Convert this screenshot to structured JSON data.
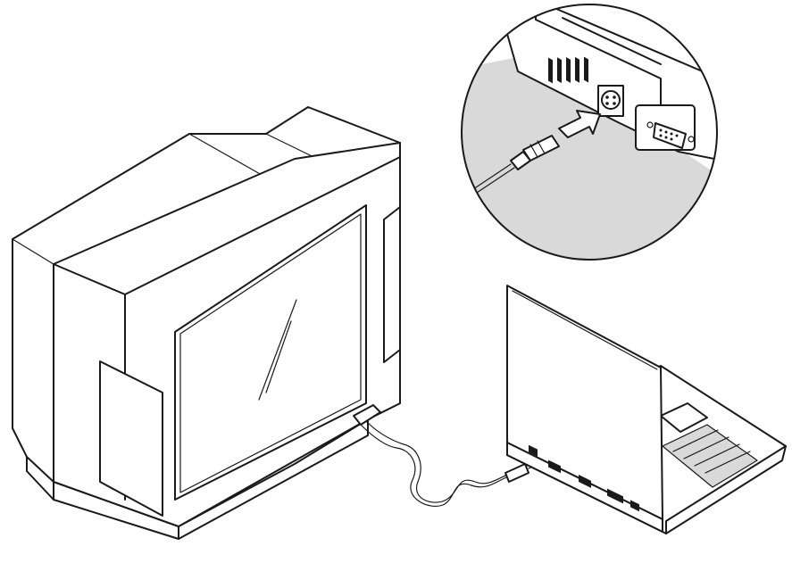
{
  "figure": {
    "subjects": [
      "crt-television",
      "notebook-computer",
      "s-video-cable",
      "port-detail-callout"
    ],
    "colors": {
      "line": "#1a1a1a",
      "shade": "#d9d9d9",
      "background": "#ffffff"
    },
    "icons": [
      "arrow-right-icon"
    ]
  }
}
